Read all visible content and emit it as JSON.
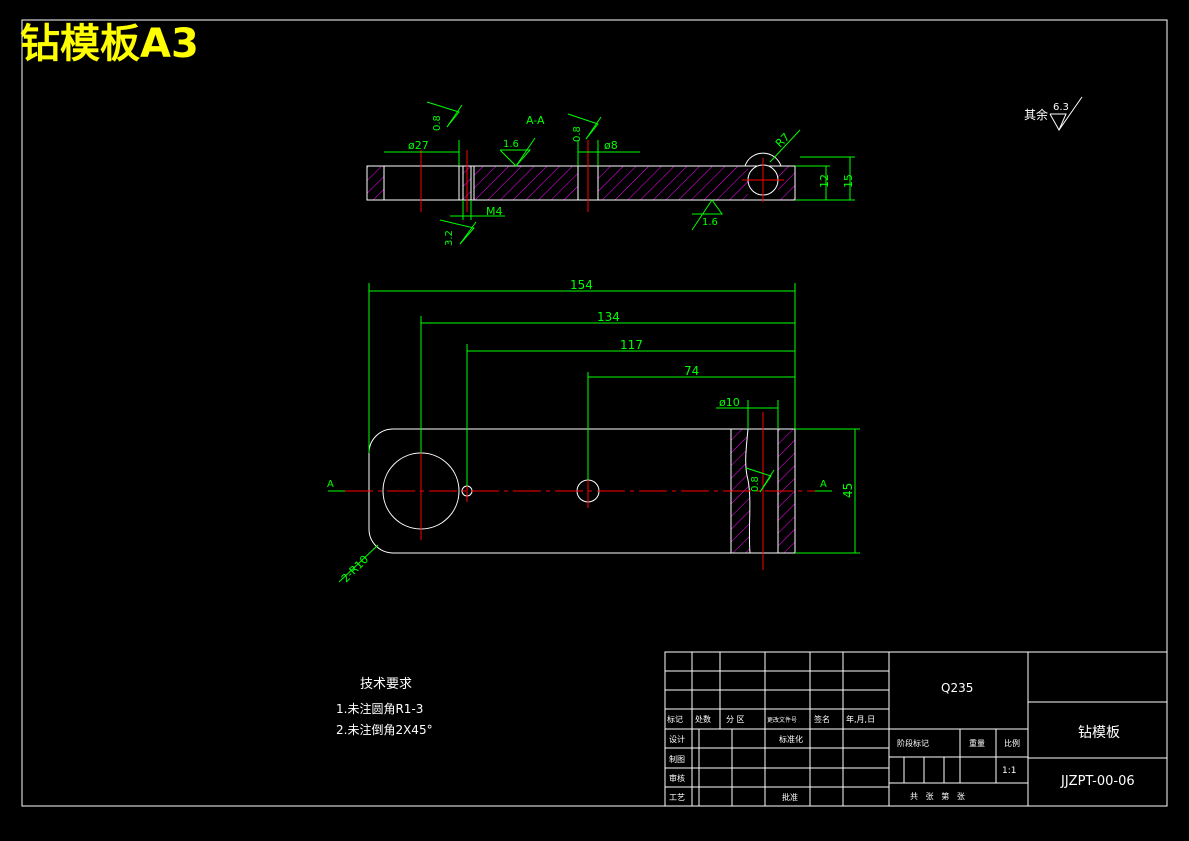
{
  "title": "钻模板A3",
  "colors": {
    "background": "#000000",
    "outline": "#ffffff",
    "dimension": "#00ff00",
    "centerline": "#ff0000",
    "hatch": "#ff00ff",
    "title_text": "#ffff00"
  },
  "section_view": {
    "section_label": "A-A",
    "dim_dia_27": "ø27",
    "dim_dia_8": "ø8",
    "dim_m4": "M4",
    "dim_r7": "R7",
    "dim_12": "12",
    "dim_15": "15",
    "rough_08_a": "0.8",
    "rough_08_b": "0.8",
    "rough_16_top": "1.6",
    "rough_16_bottom": "1.6",
    "rough_32": "3.2"
  },
  "plan_view": {
    "dim_154": "154",
    "dim_134": "134",
    "dim_117": "117",
    "dim_74": "74",
    "dim_dia_10": "ø10",
    "dim_45": "45",
    "dim_r10": "2-R10",
    "rough_08": "0.8",
    "cut_mark_left": "A",
    "cut_mark_right": "A"
  },
  "surface_note": {
    "label": "其余",
    "value": "6.3"
  },
  "tech_requirements": {
    "heading": "技术要求",
    "item1": "1.未注圆角R1-3",
    "item2": "2.未注倒角2X45°"
  },
  "title_block": {
    "material": "Q235",
    "part_name": "钻模板",
    "drawing_number": "JJZPT-00-06",
    "scale": "1:1",
    "h_mark": "标记",
    "h_count": "处数",
    "h_zone": "分 区",
    "h_doc": "更改文件号",
    "h_sign": "签名",
    "h_date": "年,月,日",
    "design": "设计",
    "drafting": "制图",
    "review": "审核",
    "process": "工艺",
    "standardize": "标准化",
    "approve": "批准",
    "stage": "阶段标记",
    "weight": "重量",
    "ratio": "比例",
    "sheets": "共   张   第   张"
  }
}
